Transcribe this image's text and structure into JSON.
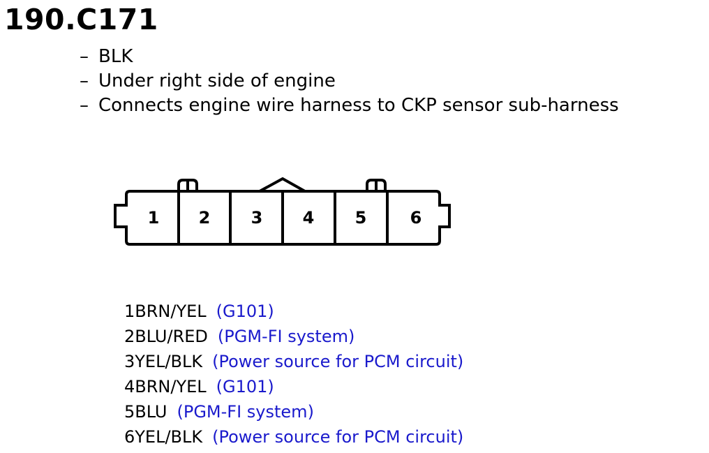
{
  "title": "190.C171",
  "description": [
    "BLK",
    "Under right side of engine",
    "Connects engine wire harness to CKP sensor sub-harness"
  ],
  "bullet": "–",
  "connector": {
    "pins": [
      {
        "num": "1",
        "wire": "1BRN/YEL",
        "function": "(G101)"
      },
      {
        "num": "2",
        "wire": "2BLU/RED",
        "function": "(PGM-FI system)"
      },
      {
        "num": "3",
        "wire": "3YEL/BLK",
        "function": "(Power source for PCM circuit)"
      },
      {
        "num": "4",
        "wire": "4BRN/YEL",
        "function": "(G101)"
      },
      {
        "num": "5",
        "wire": "5BLU",
        "function": "(PGM-FI system)"
      },
      {
        "num": "6",
        "wire": "6YEL/BLK",
        "function": "(Power source for PCM circuit)"
      }
    ]
  },
  "colors": {
    "text": "#000000",
    "function_text": "#1a1acc",
    "outline": "#000000"
  }
}
